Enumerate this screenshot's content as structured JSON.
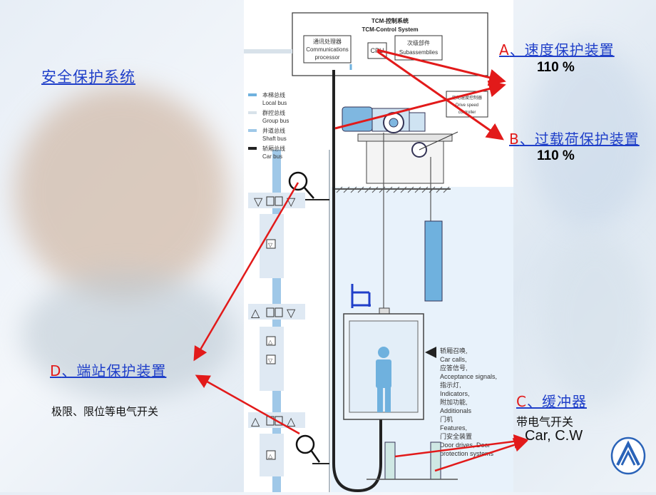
{
  "slide_title": "安全保护系统",
  "control_system": {
    "title_cn": "TCM-控制系统",
    "title_en": "TCM-Control System",
    "comm_box": [
      "通讯处理器",
      "Communications",
      "processor"
    ],
    "cpu_label": "CPU",
    "sub_box": [
      "次级部件",
      "Subassemblies"
    ],
    "drive_box": [
      "驱动速度控制器",
      "Drive speed",
      "controller"
    ]
  },
  "bus_legend": [
    {
      "cn": "本梯总线",
      "en": "Local bus",
      "color": "#6fb1de"
    },
    {
      "cn": "群控总线",
      "en": "Group bus",
      "color": "#d8e2ea"
    },
    {
      "cn": "井道总线",
      "en": "Shaft bus",
      "color": "#9fc8e8"
    },
    {
      "cn": "轿厢总线",
      "en": "Car bus",
      "color": "#222222"
    }
  ],
  "car_description": [
    "轿厢召唤,",
    "Car calls,",
    "应答信号,",
    "Acceptance signals,",
    "指示灯,",
    "Indicators,",
    "附加功能,",
    "Additionals",
    "门机",
    "Features,",
    "门安全装置",
    "Door drives, Door",
    "protection systems"
  ],
  "callouts": {
    "a": {
      "letter": "A",
      "text": "、速度保护装置",
      "value": "110  %"
    },
    "b": {
      "letter": "B",
      "text": "、过载荷保护装置",
      "value": "110 %"
    },
    "c": {
      "letter": "C",
      "text": "、缓冲器",
      "note1": "带电气开关",
      "note2": "Car, C.W"
    },
    "d": {
      "letter": "D",
      "text": "、端站保护装置",
      "note": "极限、限位等电气开关"
    }
  },
  "colors": {
    "link": "#1f3fc9",
    "letter": "#e21a1a",
    "arrow": "#e21a1a",
    "car_blue": "#6fb1de"
  },
  "logo_icon": "thyssenkrupp-logo-icon"
}
